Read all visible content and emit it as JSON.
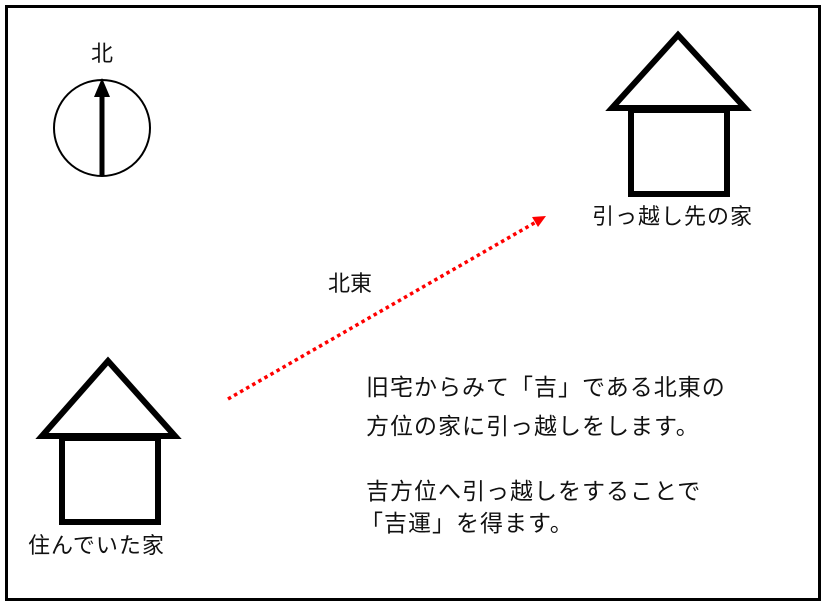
{
  "diagram": {
    "compass": {
      "label": "北",
      "icon": "north-arrow-icon"
    },
    "origin_house": {
      "label": "住んでいた家",
      "icon": "house-icon"
    },
    "destination_house": {
      "label": "引っ越し先の家",
      "icon": "house-icon"
    },
    "direction": {
      "label": "北東",
      "arrow_color": "#ff0000",
      "arrow_style": "dotted"
    },
    "explanation": {
      "paragraph1": [
        "旧宅からみて「吉」である北東の",
        "方位の家に引っ越しをします。"
      ],
      "paragraph2": [
        "吉方位へ引っ越しをすることで",
        "「吉運」を得ます。"
      ]
    },
    "colors": {
      "stroke": "#000000",
      "background": "#ffffff",
      "accent": "#ff0000"
    }
  }
}
